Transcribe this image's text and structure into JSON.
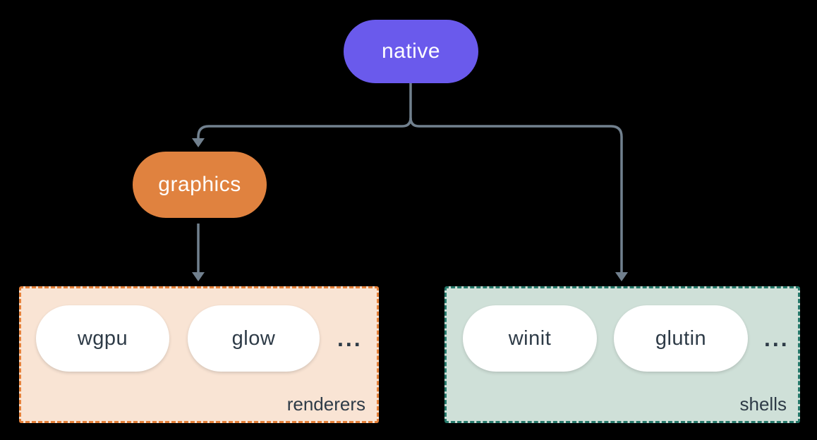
{
  "diagram": {
    "background_color": "#000000",
    "connector_color": "#71808E",
    "item_text_color": "#2e3b47",
    "nodes": {
      "native": {
        "label": "native",
        "fill": "#6A5AEC",
        "text_color": "#ffffff"
      },
      "graphics": {
        "label": "graphics",
        "fill": "#E0823F",
        "text_color": "#ffffff"
      }
    },
    "groups": [
      {
        "id": "renderers",
        "label": "renderers",
        "fill": "#F9E4D4",
        "border_color": "#E5813A",
        "items": [
          "wgpu",
          "glow"
        ],
        "ellipsis": "..."
      },
      {
        "id": "shells",
        "label": "shells",
        "fill": "#CFE0D8",
        "border_color": "#26796B",
        "items": [
          "winit",
          "glutin"
        ],
        "ellipsis": "..."
      }
    ],
    "edges": [
      {
        "from": "native",
        "to": "graphics"
      },
      {
        "from": "native",
        "to": "shells"
      },
      {
        "from": "graphics",
        "to": "renderers"
      }
    ]
  }
}
